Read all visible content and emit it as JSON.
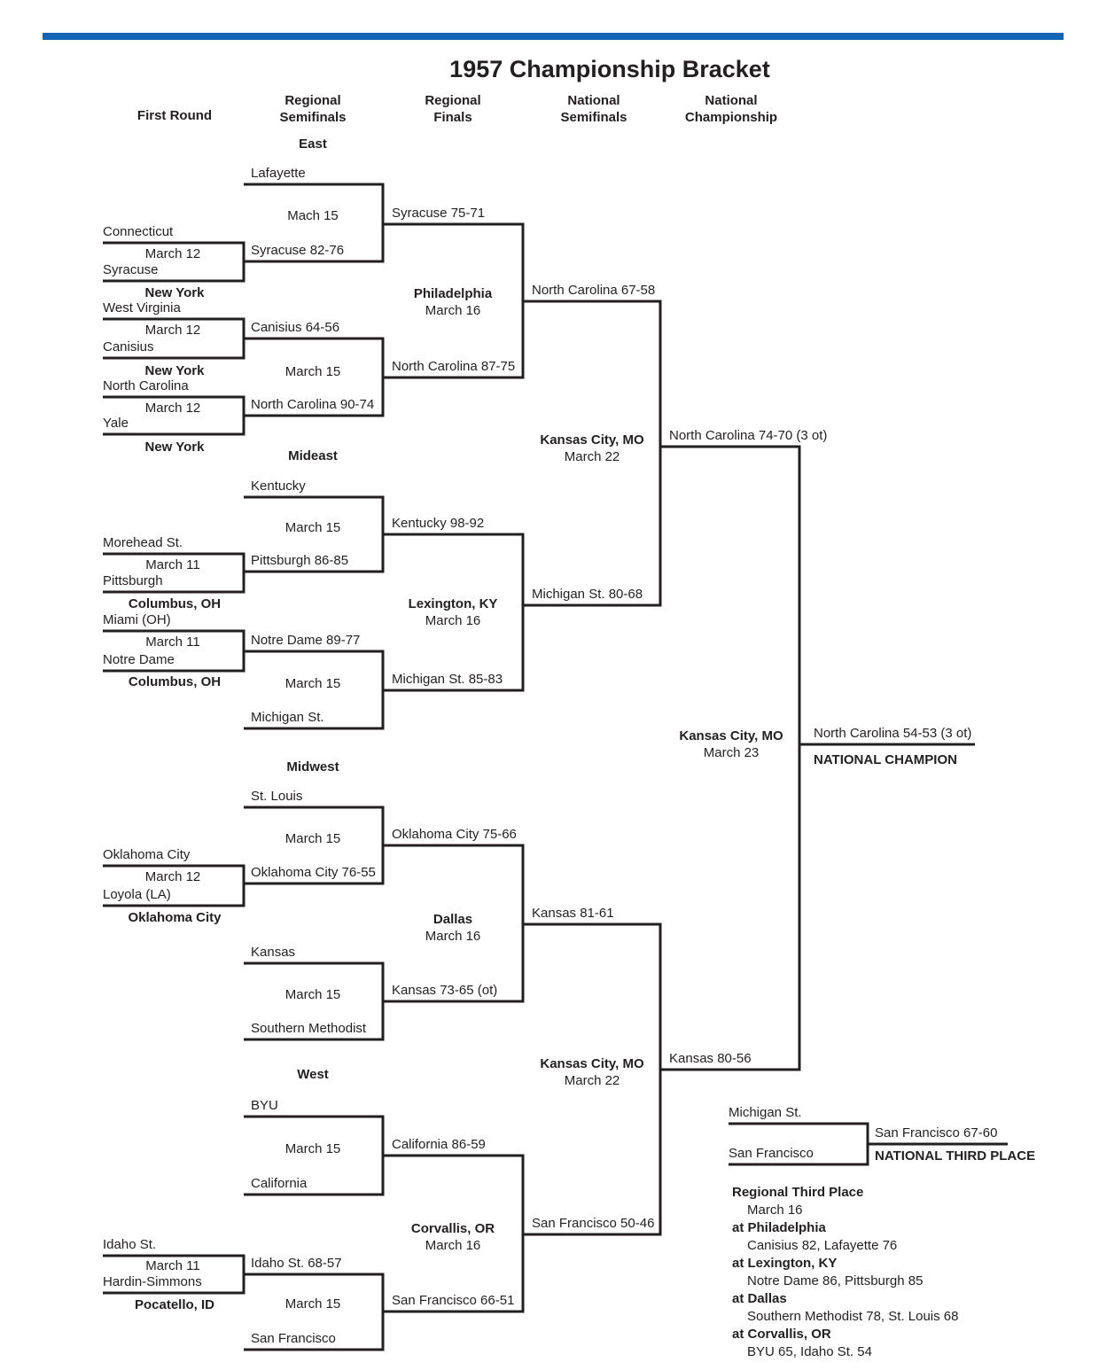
{
  "page": {
    "title": "1957 Championship Bracket",
    "accent_color": "#1365b4",
    "text_color": "#231f20"
  },
  "columns": [
    "First Round",
    "Regional\nSemifinals",
    "Regional\nFinals",
    "National\nSemifinals",
    "National\nChampionship"
  ],
  "east": {
    "name": "East",
    "fr1": {
      "team1": "Connecticut",
      "date": "March 12",
      "team2": "Syracuse",
      "site": "New York"
    },
    "fr2": {
      "team1": "West Virginia",
      "date": "March 12",
      "team2": "Canisius",
      "site": "New York"
    },
    "fr3": {
      "team1": "North Carolina",
      "date": "March 12",
      "team2": "Yale",
      "site": "New York"
    },
    "sf1": {
      "team1": "Lafayette",
      "date": "Mach 15",
      "team2": "Syracuse 82-76",
      "winner": "Syracuse 75-71"
    },
    "sf2": {
      "team1": "Canisius 64-56",
      "date": "March 15",
      "team2": "North Carolina 90-74",
      "winner": "North Carolina 87-75"
    },
    "final": {
      "site": "Philadelphia",
      "date": "March 16",
      "winner": "North Carolina 67-58"
    }
  },
  "mideast": {
    "name": "Mideast",
    "fr1": {
      "team1": "Morehead St.",
      "date": "March 11",
      "team2": "Pittsburgh",
      "site": "Columbus, OH"
    },
    "fr2": {
      "team1": "Miami (OH)",
      "date": "March 11",
      "team2": "Notre Dame",
      "site": "Columbus, OH"
    },
    "sf1": {
      "team1": "Kentucky",
      "date": "March 15",
      "team2": "Pittsburgh 86-85",
      "winner": "Kentucky 98-92"
    },
    "sf2": {
      "team1": "Notre Dame 89-77",
      "date": "March 15",
      "team2": "Michigan St.",
      "winner": "Michigan St. 85-83"
    },
    "final": {
      "site": "Lexington, KY",
      "date": "March 16",
      "winner": "Michigan St. 80-68"
    }
  },
  "midwest": {
    "name": "Midwest",
    "fr1": {
      "team1": "Oklahoma City",
      "date": "March 12",
      "team2": "Loyola (LA)",
      "site": "Oklahoma City"
    },
    "sf1": {
      "team1": "St. Louis",
      "date": "March 15",
      "team2": "Oklahoma City 76-55",
      "winner": "Oklahoma City 75-66"
    },
    "sf2": {
      "team1": "Kansas",
      "date": "March 15",
      "team2": "Southern Methodist",
      "winner": "Kansas 73-65 (ot)"
    },
    "final": {
      "site": "Dallas",
      "date": "March 16",
      "winner": "Kansas 81-61"
    }
  },
  "west": {
    "name": "West",
    "fr1": {
      "team1": "Idaho St.",
      "date": "March 11",
      "team2": "Hardin-Simmons",
      "site": "Pocatello, ID"
    },
    "sf1": {
      "team1": "BYU",
      "date": "March 15",
      "team2": "California",
      "winner": "California 86-59"
    },
    "sf2": {
      "team1": "Idaho St. 68-57",
      "date": "March 15",
      "team2": "San Francisco",
      "winner": "San Francisco 66-51"
    },
    "final": {
      "site": "Corvallis, OR",
      "date": "March 16",
      "winner": "San Francisco 50-46"
    }
  },
  "national": {
    "semifinal1": {
      "site": "Kansas City, MO",
      "date": "March 22",
      "winner": "North Carolina 74-70 (3 ot)"
    },
    "semifinal2": {
      "site": "Kansas City, MO",
      "date": "March 22",
      "winner": "Kansas 80-56"
    },
    "final": {
      "site": "Kansas City, MO",
      "date": "March 23",
      "winner": "North Carolina 54-53 (3 ot)",
      "winner_label": "NATIONAL CHAMPION"
    },
    "third_place": {
      "team1": "Michigan St.",
      "team2": "San Francisco",
      "winner": "San Francisco 67-60",
      "winner_label": "NATIONAL THIRD PLACE"
    }
  },
  "regional_third_place": {
    "title": "Regional Third Place",
    "date": "March 16",
    "games": [
      {
        "site": "at Philadelphia",
        "result": "Canisius 82, Lafayette 76"
      },
      {
        "site": "at Lexington, KY",
        "result": "Notre Dame 86, Pittsburgh 85"
      },
      {
        "site": "at Dallas",
        "result": "Southern Methodist 78, St. Louis 68"
      },
      {
        "site": "at Corvallis, OR",
        "result": "BYU 65, Idaho St. 54"
      }
    ]
  }
}
